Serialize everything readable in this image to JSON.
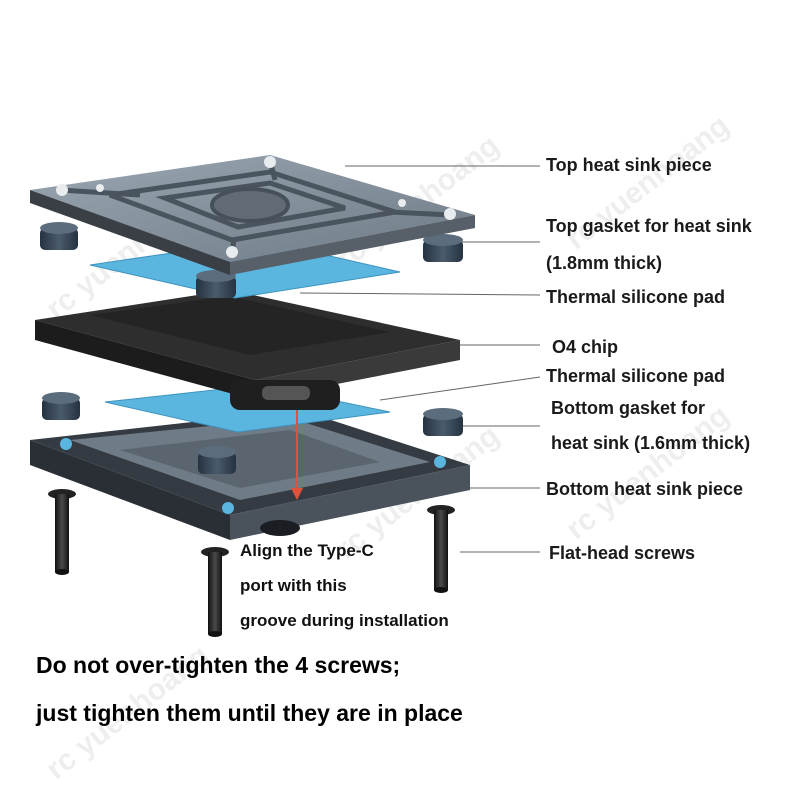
{
  "labels": {
    "top_heat_sink": "Top heat sink piece",
    "top_gasket_line1": "Top gasket for heat sink",
    "top_gasket_line2": "(1.8mm thick)",
    "thermal_pad_top": "Thermal silicone pad",
    "o4_chip": "O4 chip",
    "thermal_pad_bottom": "Thermal silicone pad",
    "bottom_gasket_line1": "Bottom gasket for",
    "bottom_gasket_line2": "heat sink (1.6mm thick)",
    "bottom_heat_sink": "Bottom heat sink piece",
    "flat_head_screws": "Flat-head screws"
  },
  "note": {
    "line1": "Align the Type-C",
    "line2": "port with this",
    "line3": "groove during installation"
  },
  "warning": {
    "line1": "Do not over-tighten the 4 screws;",
    "line2": "just tighten them until they are in place"
  },
  "watermark": "rc yuenhoang",
  "colors": {
    "metal": "#7d8a96",
    "metal_dark": "#3a3f45",
    "pad_blue": "#5ab6df",
    "gasket": "#3b4a5a",
    "chip": "#2b2b2b",
    "arrow": "#e0523a"
  }
}
